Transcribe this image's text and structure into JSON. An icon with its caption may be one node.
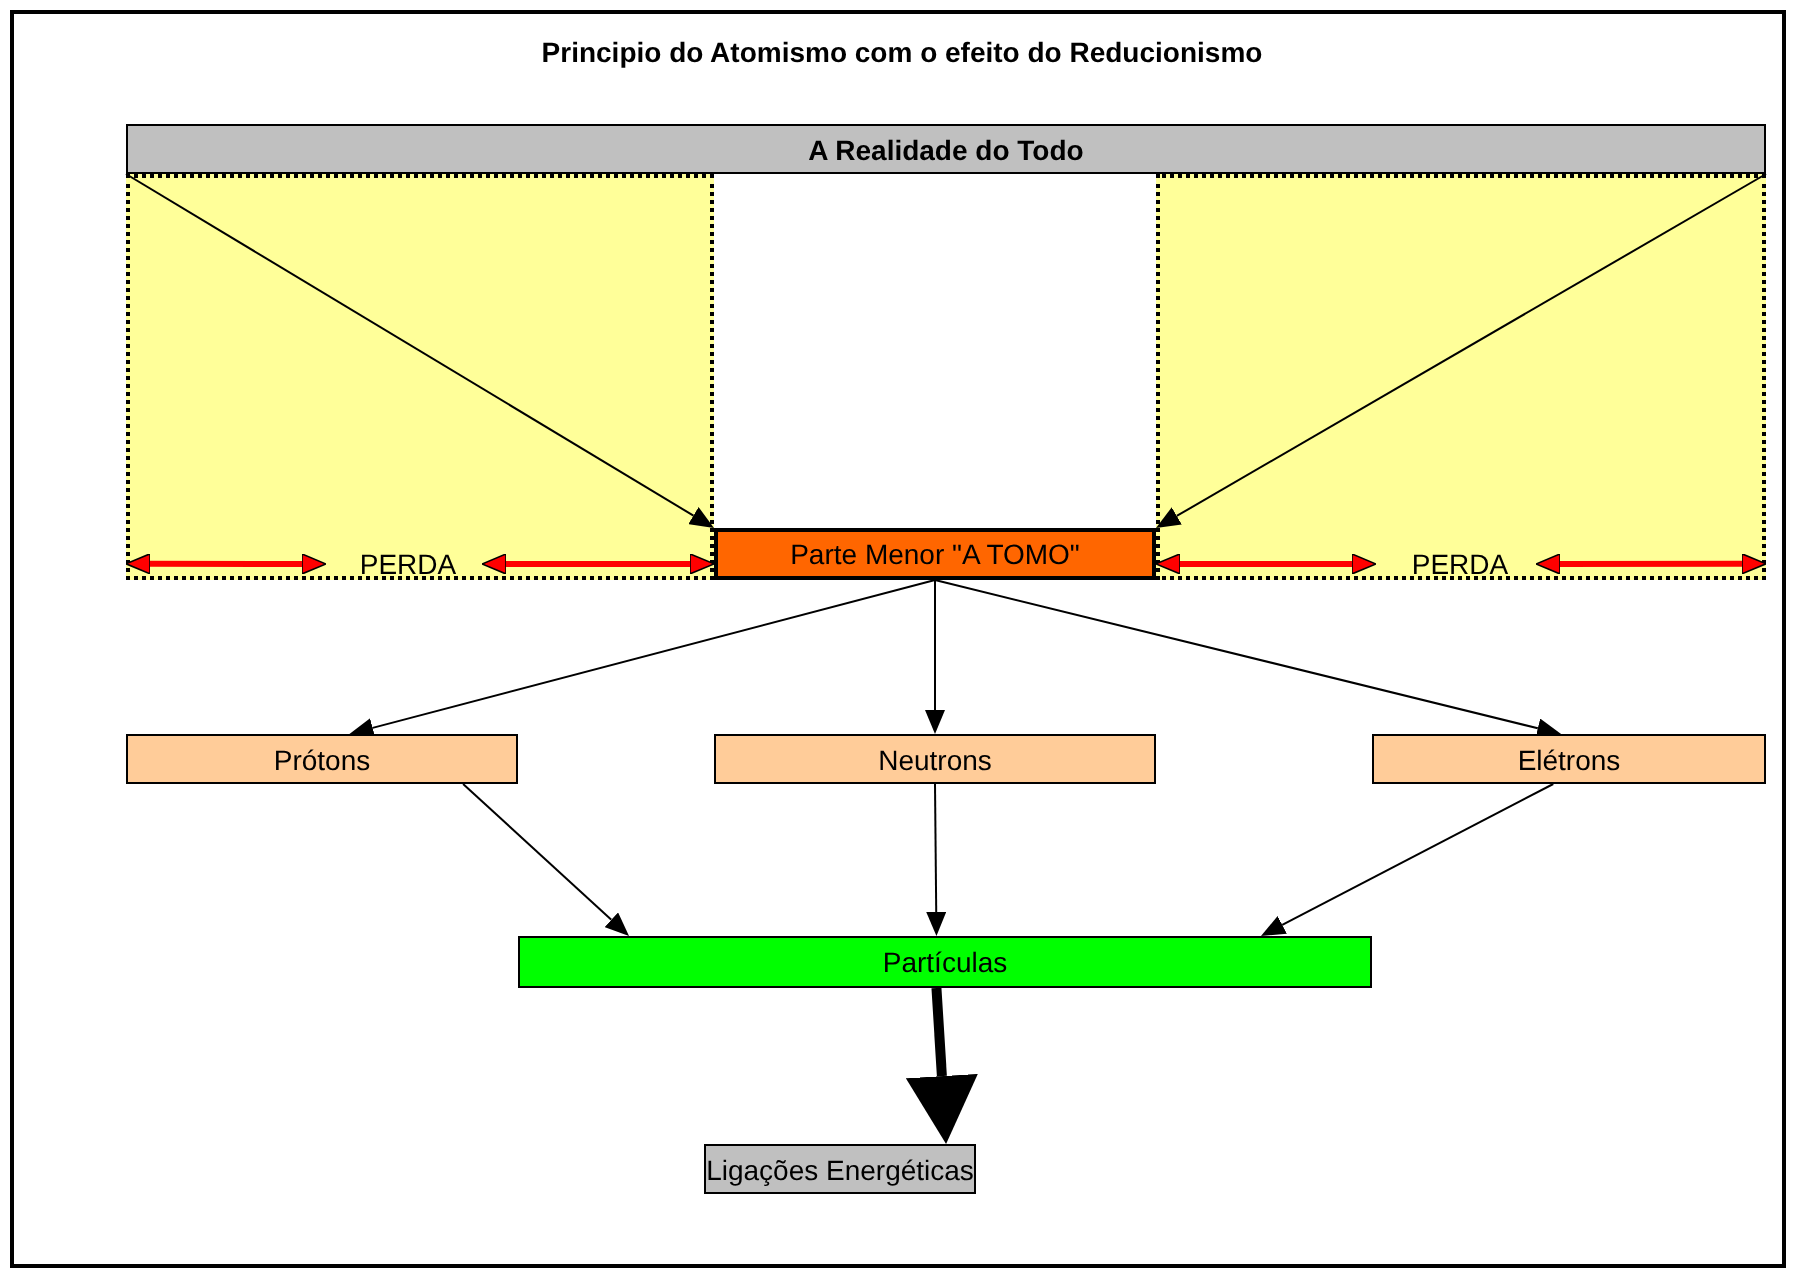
{
  "diagram": {
    "title": "Principio do Atomismo com o efeito do Reducionismo",
    "nodes": [
      {
        "text": [
          "A Realidade do Todo"
        ]
      },
      {
        "text": [],
        "shape": "box"
      },
      {
        "text": [
          "PERDA"
        ],
        "in": 1
      },
      {
        "text": [
          "Parte Menor \"A TOMO\""
        ]
      },
      {
        "text": [],
        "shape": "box"
      },
      {
        "text": [
          "PERDA"
        ],
        "in": 4
      },
      {
        "text": [
          "Prótons"
        ]
      },
      {
        "text": [
          "Neutrons"
        ]
      },
      {
        "text": [
          "Elétrons"
        ]
      },
      {
        "text": [
          "Partículas"
        ]
      },
      {
        "text": [
          "Ligações Energéticas"
        ]
      }
    ],
    "edges": [
      {
        "from": 0,
        "to": 3,
        "arrow": "to"
      },
      {
        "from": 0,
        "to": 3,
        "arrow": "to"
      },
      {
        "from": 1,
        "to": 2,
        "arrow": "both",
        "color": "#ff0000",
        "style": "thick"
      },
      {
        "from": 2,
        "to": 3,
        "arrow": "both",
        "color": "#ff0000",
        "style": "thick"
      },
      {
        "from": 3,
        "to": 5,
        "arrow": "both",
        "color": "#ff0000",
        "style": "thick"
      },
      {
        "from": 5,
        "to": 4,
        "arrow": "both",
        "color": "#ff0000",
        "style": "thick"
      },
      {
        "from": 3,
        "to": 6,
        "arrow": "to"
      },
      {
        "from": 3,
        "to": 7,
        "arrow": "to"
      },
      {
        "from": 3,
        "to": 8,
        "arrow": "to"
      },
      {
        "from": 6,
        "to": 9,
        "arrow": "to"
      },
      {
        "from": 7,
        "to": 9,
        "arrow": "to"
      },
      {
        "from": 8,
        "to": 9,
        "arrow": "to"
      },
      {
        "from": 9,
        "to": 10,
        "arrow": "to",
        "style": "thick"
      }
    ]
  }
}
